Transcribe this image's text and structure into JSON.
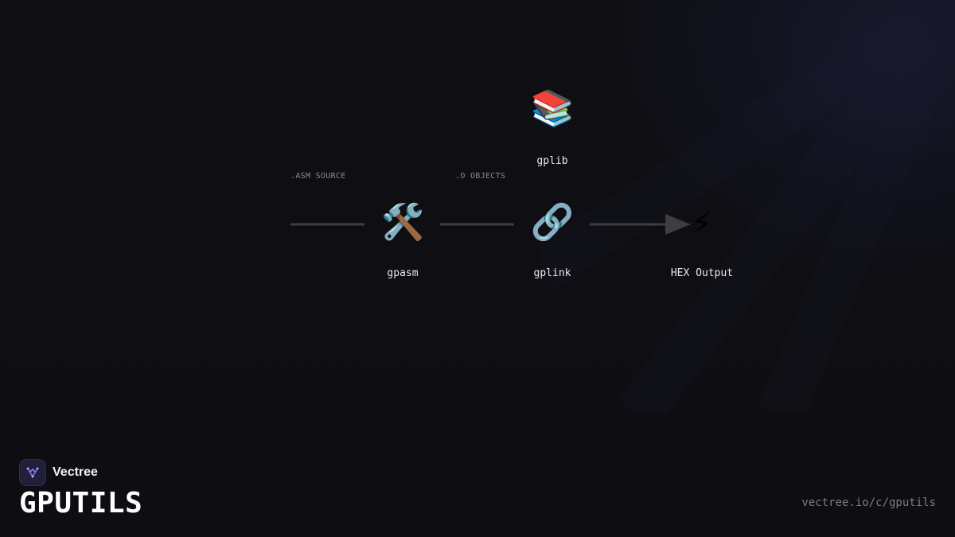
{
  "diagram": {
    "nodes": [
      {
        "id": "gpasm",
        "label": "gpasm",
        "icon": "hammer-and-wrench-icon",
        "glyph": "🛠️"
      },
      {
        "id": "gplink",
        "label": "gplink",
        "icon": "link-icon",
        "glyph": "🔗"
      },
      {
        "id": "gplib",
        "label": "gplib",
        "icon": "books-icon",
        "glyph": "📚"
      },
      {
        "id": "hex",
        "label": "HEX Output",
        "icon": "lightning-icon",
        "glyph": "⚡"
      }
    ],
    "edges": [
      {
        "from": "input",
        "to": "gpasm",
        "label": ".ASM SOURCE"
      },
      {
        "from": "gpasm",
        "to": "gplink",
        "label": ".O OBJECTS"
      },
      {
        "from": "gplink",
        "to": "hex",
        "label": ""
      }
    ],
    "colors": {
      "edge": "#3d3d42",
      "label": "#8a8a94",
      "node_text": "#e8e8ee"
    }
  },
  "footer": {
    "brand_name": "Vectree",
    "title": "GPUTILS",
    "url": "vectree.io/c/gputils",
    "logo_icon": "vectree-logo-icon",
    "accent": "#8b5cf6"
  }
}
